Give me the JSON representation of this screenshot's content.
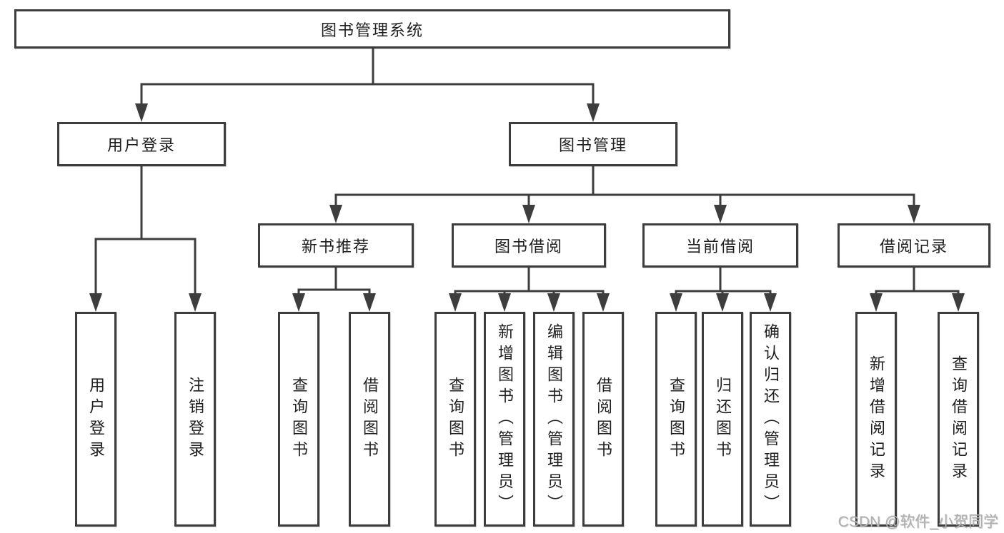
{
  "diagram": {
    "root": {
      "label": "图书管理系统"
    },
    "level2": [
      {
        "id": "user-login",
        "label": "用户登录"
      },
      {
        "id": "book-management",
        "label": "图书管理"
      }
    ],
    "level3": [
      {
        "id": "new-book-recommend",
        "label": "新书推荐"
      },
      {
        "id": "book-borrowing",
        "label": "图书借阅"
      },
      {
        "id": "current-borrowing",
        "label": "当前借阅"
      },
      {
        "id": "borrowing-records",
        "label": "借阅记录"
      }
    ],
    "leaves": [
      {
        "id": "user-login-action",
        "label": "用户登录"
      },
      {
        "id": "logout-action",
        "label": "注销登录"
      },
      {
        "id": "query-books-recommend",
        "label": "查询图书"
      },
      {
        "id": "borrow-books-recommend",
        "label": "借阅图书"
      },
      {
        "id": "query-books-borrowing",
        "label": "查询图书"
      },
      {
        "id": "add-books-admin",
        "label": "新增图书（管理员）"
      },
      {
        "id": "edit-books-admin",
        "label": "编辑图书（管理员）"
      },
      {
        "id": "borrow-books-borrowing",
        "label": "借阅图书"
      },
      {
        "id": "query-books-current",
        "label": "查询图书"
      },
      {
        "id": "return-books",
        "label": "归还图书"
      },
      {
        "id": "confirm-return-admin",
        "label": "确认归还（管理员）"
      },
      {
        "id": "add-borrow-record",
        "label": "新增借阅记录"
      },
      {
        "id": "query-borrow-record",
        "label": "查询借阅记录"
      }
    ],
    "watermark": "CSDN @软件_小贺同学",
    "colors": {
      "line": "#3d3d3d",
      "text": "#1f1f1f",
      "watermark": "#b0b0b0",
      "background": "#ffffff"
    }
  }
}
